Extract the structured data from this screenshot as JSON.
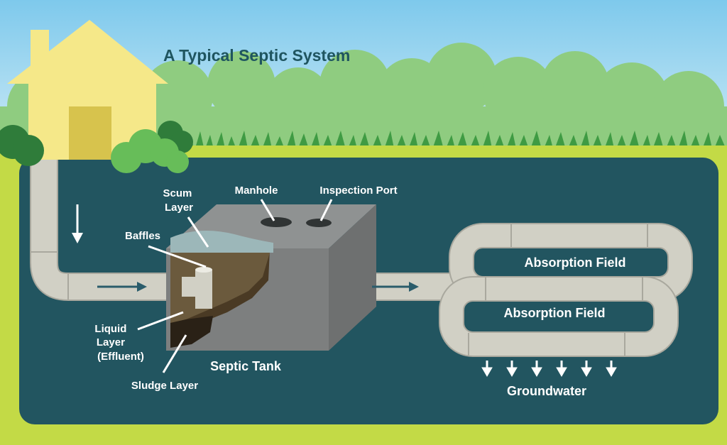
{
  "title": "A Typical Septic System",
  "labels": {
    "scum_layer": [
      "Scum",
      "Layer"
    ],
    "manhole": "Manhole",
    "inspection_port": "Inspection Port",
    "baffles": "Baffles",
    "liquid_layer": [
      "Liquid",
      "Layer",
      "(Effluent)"
    ],
    "sludge_layer": "Sludge Layer",
    "septic_tank": "Septic Tank",
    "absorption_field_top": "Absorption Field",
    "absorption_field_bottom": "Absorption Field",
    "groundwater": "Groundwater"
  },
  "colors": {
    "sky_top": "#7ec9ec",
    "sky_bottom": "#d6eef7",
    "trees": "#8fcc80",
    "grass": "#3f9b43",
    "lawn": "#c3da46",
    "soil": "#225560",
    "pipe": "#d1d0c5",
    "pipe_edge": "#a9a89e",
    "tank": "#7d7f7f",
    "house": "#f5e889",
    "door": "#d7c34d",
    "bush": "#67bd59",
    "bush_dark": "#2f7c3a"
  }
}
